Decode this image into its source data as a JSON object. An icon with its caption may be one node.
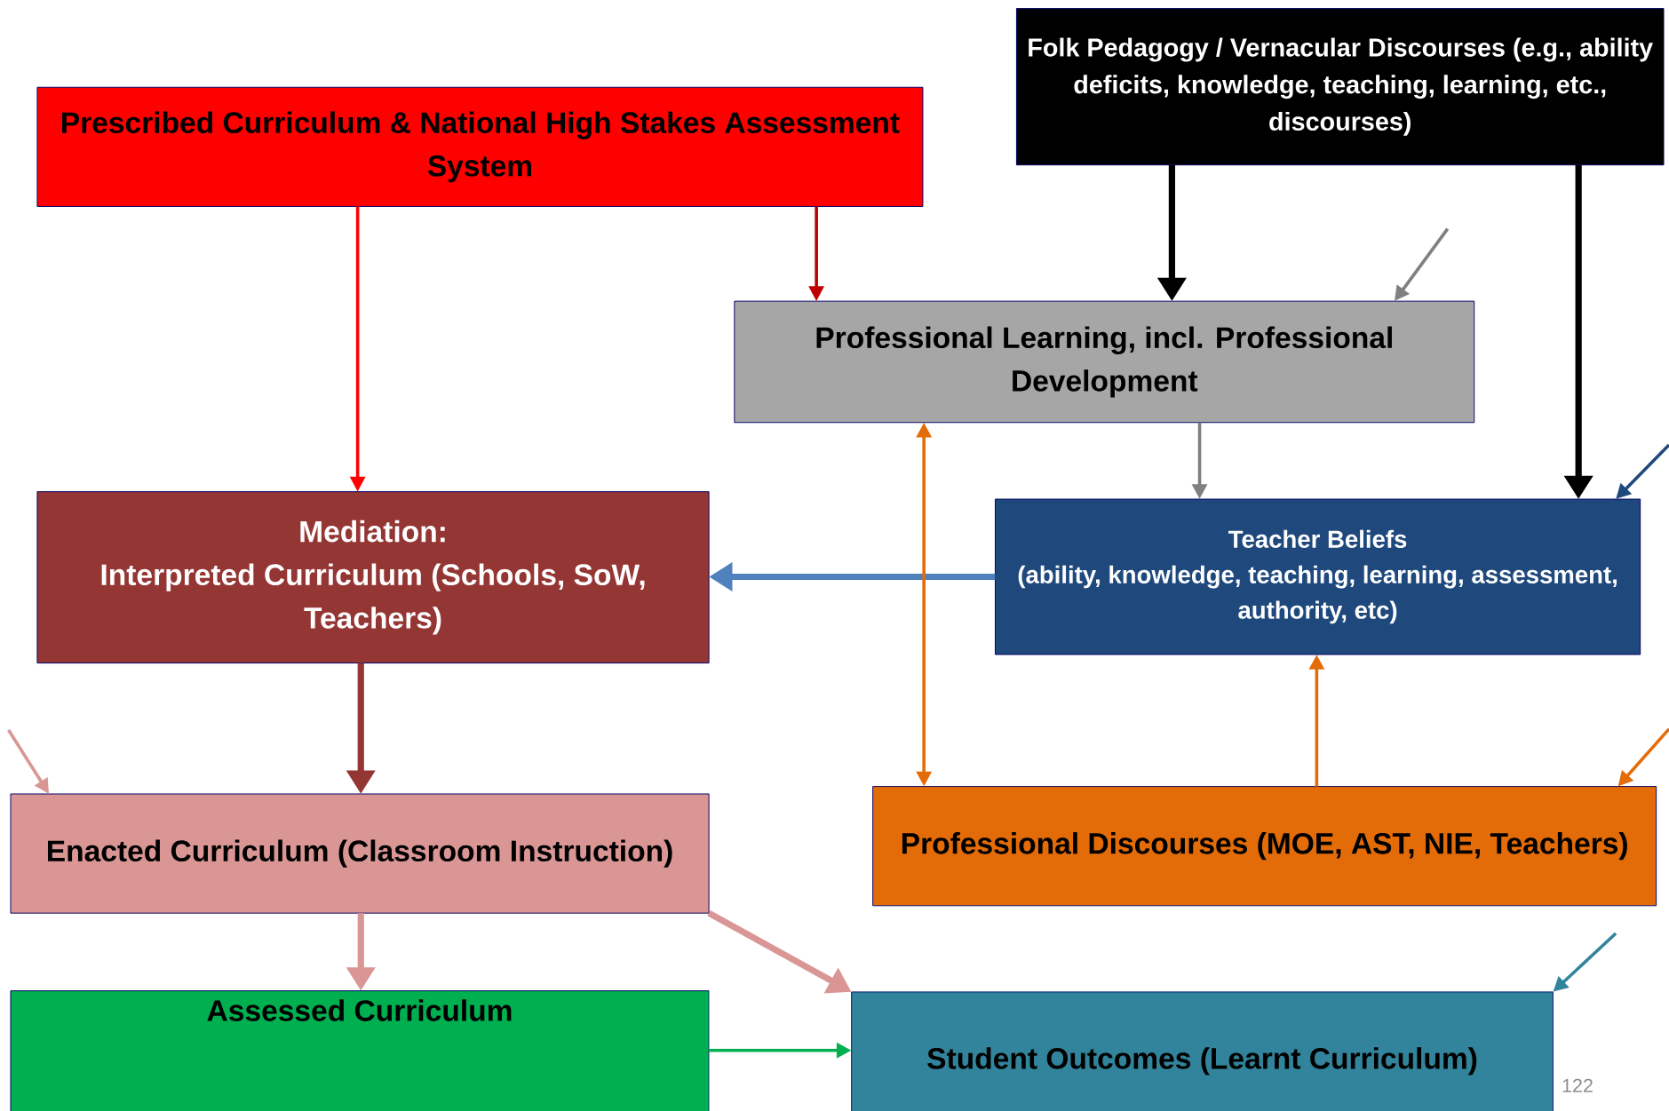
{
  "diagram": {
    "nodes": [
      {
        "text": [
          "Prescribed Curriculum & National High Stakes Assessment System"
        ]
      },
      {
        "text": [
          "Folk Pedagogy / Vernacular Discourses (e.g., ability deficits, knowledge, teaching, learning, etc., discourses)"
        ]
      },
      {
        "text": [
          "Professional Learning, incl. Professional Development"
        ]
      },
      {
        "text": [
          "Mediation:",
          "Interpreted Curriculum (Schools, SoW, Teachers)"
        ]
      },
      {
        "text": [
          "Teacher Beliefs",
          "(ability, knowledge, teaching, learning, assessment, authority, etc)"
        ]
      },
      {
        "text": [
          "Enacted Curriculum (Classroom Instruction)"
        ]
      },
      {
        "text": [
          "Professional Discourses (MOE, AST, NIE, Teachers)"
        ]
      },
      {
        "text": [
          "Assessed Curriculum"
        ]
      },
      {
        "text": [
          "Student Outcomes (Learnt Curriculum)"
        ]
      }
    ],
    "edges": [
      {
        "from": 0,
        "to": 3,
        "arrow": "to",
        "color": "#ff0000"
      },
      {
        "from": 0,
        "to": 2,
        "arrow": "to",
        "color": "#c00000"
      },
      {
        "from": 1,
        "to": 2,
        "arrow": "to",
        "style": "thick",
        "color": "#000000"
      },
      {
        "from": 1,
        "to": 4,
        "arrow": "to",
        "style": "thick",
        "color": "#000000"
      },
      {
        "from": null,
        "to": 2,
        "arrow": "to",
        "color": "#808080"
      },
      {
        "from": 2,
        "to": 4,
        "arrow": "to",
        "color": "#808080"
      },
      {
        "from": 4,
        "to": 3,
        "arrow": "to",
        "style": "thick",
        "color": "#4f81bd"
      },
      {
        "from": null,
        "to": 4,
        "arrow": "to",
        "color": "#1f497d"
      },
      {
        "from": 2,
        "to": 6,
        "arrow": "both",
        "color": "#e36c09"
      },
      {
        "from": 6,
        "to": 4,
        "arrow": "to",
        "color": "#e36c09"
      },
      {
        "from": null,
        "to": 6,
        "arrow": "to",
        "color": "#e36c09"
      },
      {
        "from": 3,
        "to": 5,
        "arrow": "to",
        "style": "thick",
        "color": "#943634"
      },
      {
        "from": null,
        "to": 5,
        "arrow": "to",
        "color": "#d99694"
      },
      {
        "from": 5,
        "to": 7,
        "arrow": "to",
        "style": "thick",
        "color": "#d99694"
      },
      {
        "from": 5,
        "to": 8,
        "arrow": "to",
        "style": "thick",
        "color": "#d99694"
      },
      {
        "from": 7,
        "to": 8,
        "arrow": "to",
        "color": "#00b050"
      },
      {
        "from": null,
        "to": 8,
        "arrow": "to",
        "color": "#31849b"
      }
    ],
    "labels": [
      "122"
    ]
  }
}
